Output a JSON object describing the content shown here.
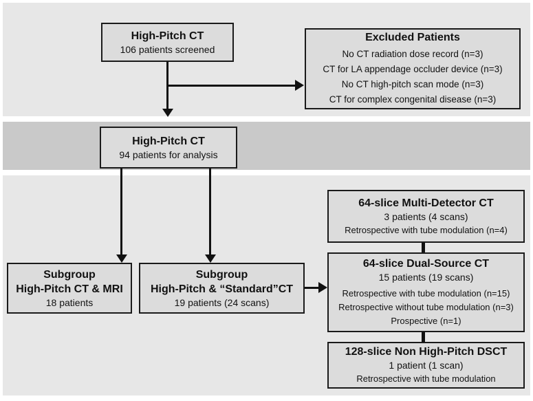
{
  "colors": {
    "background": "#ffffff",
    "band_light": "#e7e7e7",
    "band_dark": "#c9c9c9",
    "box_fill": "#dcdcdc",
    "border": "#1a1a1a",
    "arrow": "#111111"
  },
  "boxes": {
    "screened": {
      "title": "High-Pitch CT",
      "subtitle": "106 patients screened"
    },
    "excluded": {
      "title": "Excluded Patients",
      "lines": [
        "No CT radiation dose record (n=3)",
        "CT for LA appendage occluder device (n=3)",
        "No CT high-pitch scan mode (n=3)",
        "CT for complex congenital disease (n=3)"
      ]
    },
    "analysis": {
      "title": "High-Pitch CT",
      "subtitle": "94 patients for analysis"
    },
    "subgroup_mri": {
      "title_line1": "Subgroup",
      "title_line2": "High-Pitch CT & MRI",
      "subtitle": "18 patients"
    },
    "subgroup_standard": {
      "title_line1": "Subgroup",
      "title_line2": "High-Pitch & “Standard”CT",
      "subtitle": "19 patients (24 scans)"
    },
    "mdct": {
      "title": "64-slice Multi-Detector CT",
      "subtitle": "3 patients (4 scans)",
      "lines": [
        "Retrospective with tube modulation (n=4)"
      ]
    },
    "dsct": {
      "title": "64-slice Dual-Source CT",
      "subtitle": "15 patients (19 scans)",
      "lines": [
        "Retrospective with tube modulation (n=15)",
        "Retrospective without tube modulation (n=3)",
        "Prospective (n=1)"
      ]
    },
    "non_high_pitch": {
      "title": "128-slice Non High-Pitch DSCT",
      "subtitle": "1 patient (1 scan)",
      "lines": [
        "Retrospective with tube modulation"
      ]
    }
  }
}
